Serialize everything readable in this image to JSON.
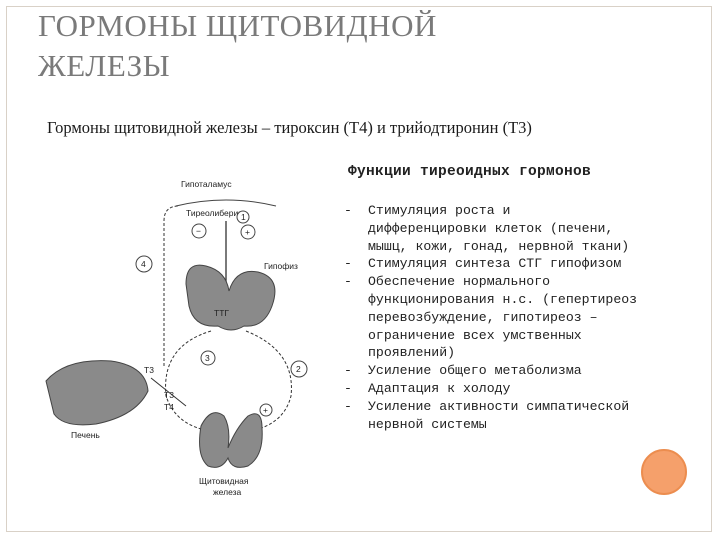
{
  "slide": {
    "title_lines": [
      "ГОРМОНЫ ЩИТОВИДНОЙ",
      "ЖЕЛЕЗЫ"
    ],
    "subtitle": "Гормоны щитовидной железы – тироксин (Т4) и трийодтиронин (Т3)",
    "functions_heading": "Функции тиреоидных гормонов",
    "functions": [
      {
        "dash": "-",
        "lines": [
          "Стимуляция роста и",
          "дифференцировки клеток (печени,",
          "мышц, кожи, гонад, нервной ткани)"
        ]
      },
      {
        "dash": "-",
        "lines": [
          "Стимуляция синтеза СТГ гипофизом"
        ]
      },
      {
        "dash": "-",
        "lines": [
          "Обеспечение нормального",
          "функционирования н.с. (гепертиреоз",
          "перевозбуждение, гипотиреоз –",
          "ограничение всех умственных",
          "проявлений)"
        ]
      },
      {
        "dash": "-",
        "lines": [
          "Усиление общего метаболизма"
        ]
      },
      {
        "dash": "-",
        "lines": [
          "Адаптация к холоду"
        ]
      },
      {
        "dash": "-",
        "lines": [
          "Усиление активности симпатической",
          "нервной системы"
        ]
      }
    ]
  },
  "diagram": {
    "hypothalamus": "Гипоталамус",
    "thyroliberin": "Тиреолиберин",
    "pituitary": "Гипофиз",
    "tsh": "ТТГ",
    "liver": "Печень",
    "thyroid_line1": "Щитовидная",
    "thyroid_line2": "железа",
    "t3": "Т3",
    "t3_small": "Т3",
    "t4_small": "Т4",
    "minus": "−",
    "plus": "+",
    "num1": "1",
    "num2": "2",
    "num3": "3",
    "num4": "4"
  },
  "colors": {
    "title": "#7a7a7a",
    "frame": "#d9d1c7",
    "accent_circle": "#f5a06b",
    "organ_fill": "#8a8a8a"
  }
}
